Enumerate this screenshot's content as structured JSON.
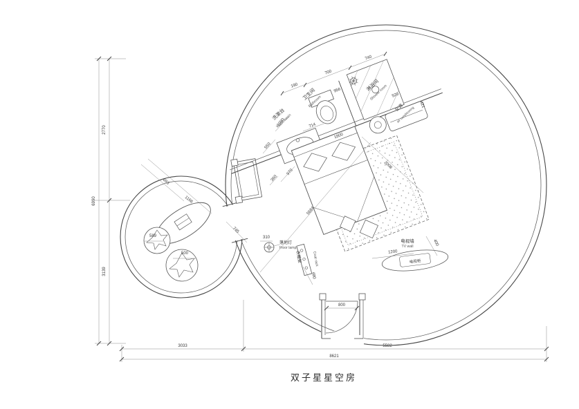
{
  "title": "双子星星空房",
  "rooms": {
    "wash_basin": {
      "cn": "洗漱台",
      "en": "Wash basin"
    },
    "bathroom": {
      "cn": "卫生间",
      "en": "Bathroom"
    },
    "shower": {
      "cn": "淋浴间",
      "en": "Shower room"
    },
    "ac": {
      "cn": "空调",
      "en": "air conditioning"
    },
    "floor_lamp": {
      "cn": "落地灯",
      "en": "Floor lamp"
    },
    "coat_rack": {
      "cn": "衣帽架",
      "en": "Coat rack"
    },
    "tv_wall": {
      "cn": "电视墙",
      "en": "TV wall"
    },
    "tv_cabinet": {
      "cn": "电视柜"
    }
  },
  "dims": {
    "left_upper": "2770",
    "left_lower": "3139",
    "left_total": "6990",
    "bottom_left": "3033",
    "bottom_right": "5582",
    "bottom_total": "8621",
    "bath_a": "190",
    "bath_b": "700",
    "bath_c": "740",
    "bath_d": "956",
    "shower_w": "520",
    "ac_d": "421",
    "basin_a": "714",
    "basin_b": "1000",
    "basin_c": "550",
    "bed_w": "1800",
    "bed_a": "360",
    "bed_b": "970",
    "rug": "2000",
    "diag": "5684",
    "lamp": "310",
    "rack": "480",
    "pass": "745",
    "tv_w": "1200",
    "tv_d": "400",
    "door": "800",
    "desk_a": "693",
    "desk_b": "1166",
    "chair_a": "589",
    "chair_b": "500"
  }
}
